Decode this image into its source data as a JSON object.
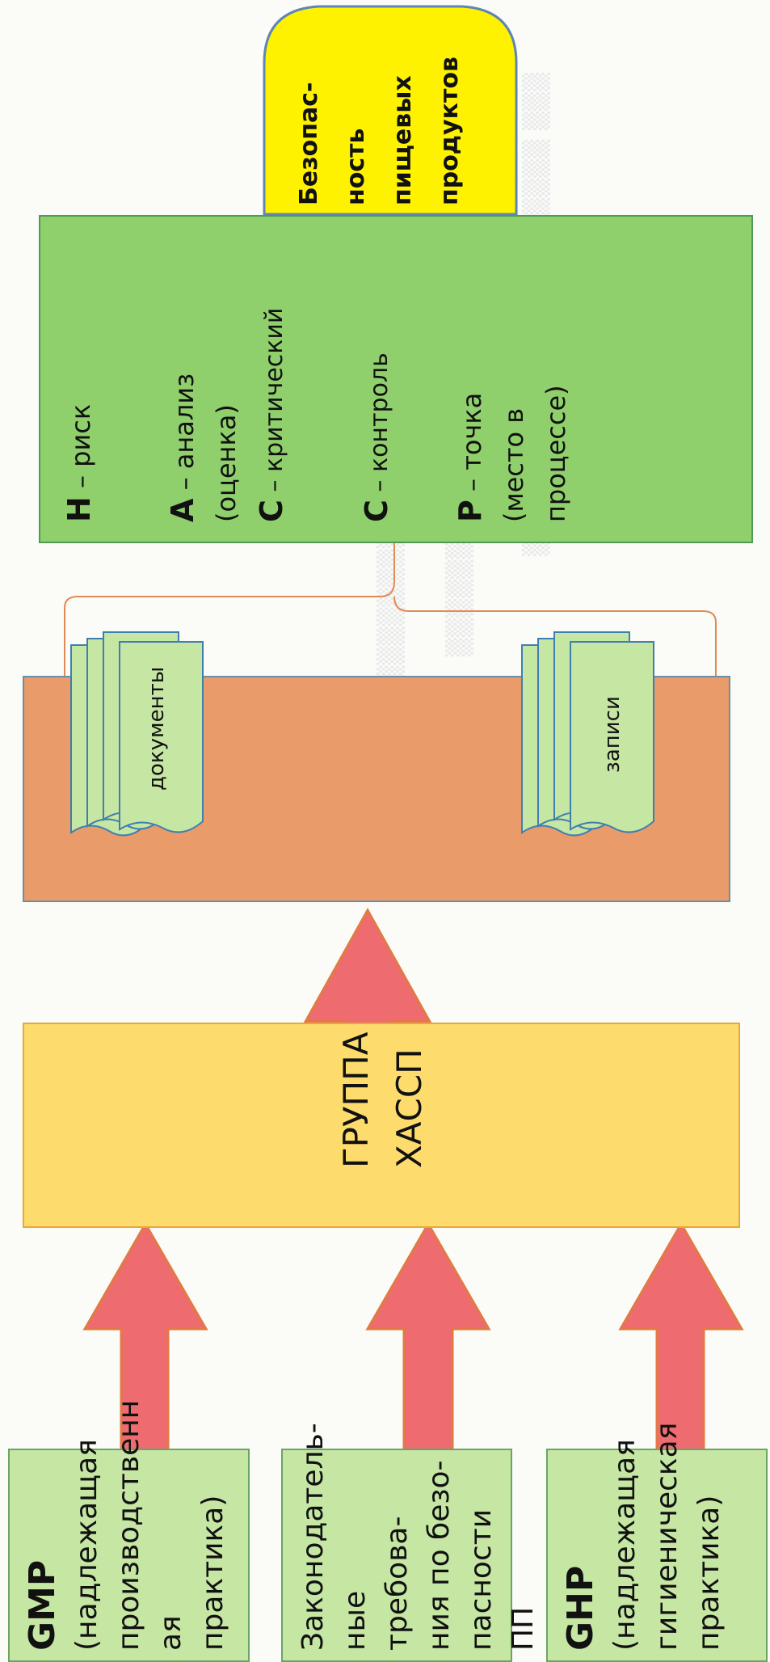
{
  "bottom_boxes": [
    {
      "title": "GMP",
      "lines": [
        "(надлежащая",
        "производственн",
        "ая практика)"
      ]
    },
    {
      "lines": [
        "Законодатель-",
        "ные требова-",
        "ния по безо-",
        "пасности ПП"
      ]
    },
    {
      "title": "GHP",
      "lines": [
        "(надлежащая",
        "гигиеническая",
        "практика)"
      ]
    }
  ],
  "group": {
    "lines": [
      "ГРУППА",
      "ХАССП"
    ]
  },
  "docs": {
    "documents_label": "документы",
    "records_label": "записи"
  },
  "haccp": {
    "h_letter": "H",
    "h_text": " – риск",
    "a_letter": "A",
    "a_text": " – анализ",
    "a_text2": "(оценка)",
    "c1_letter": "C",
    "c1_text": " – критический",
    "c2_letter": "C",
    "c2_text": " – контроль",
    "p_letter": "P",
    "p_text": " – точка",
    "p_text2": "(место в",
    "p_text3": "процессе)"
  },
  "safety": {
    "lines": [
      "Безопас-",
      "ность",
      "пищевых",
      "продуктов"
    ]
  },
  "colors": {
    "green": "#8fd06c",
    "light_green": "#c6e6a3",
    "orange": "#e99b6a",
    "yellow_box": "#fddc6d",
    "yellow_shape": "#fff200",
    "arrow": "#ee6b6f"
  }
}
